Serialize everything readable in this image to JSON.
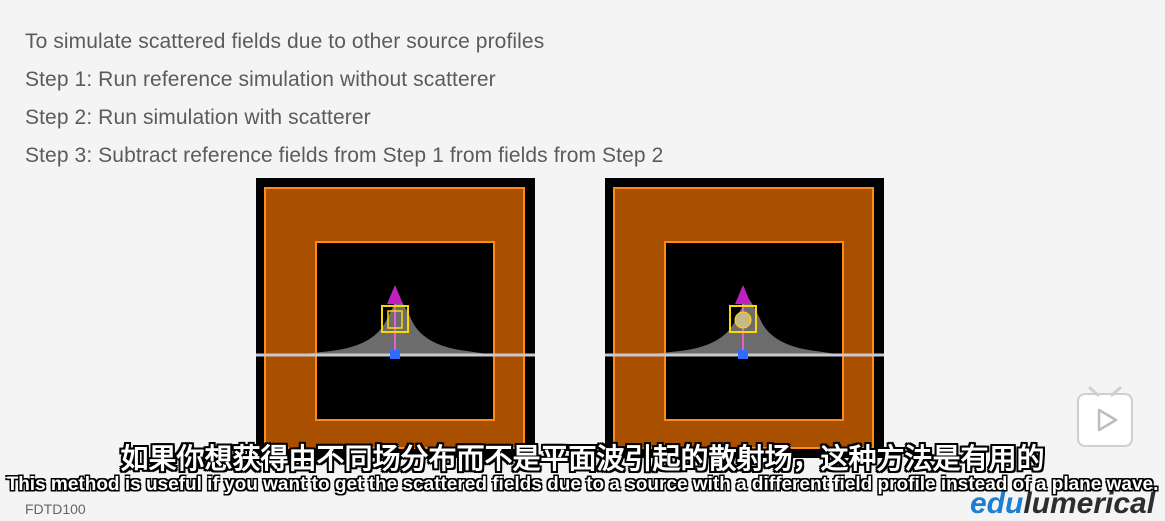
{
  "slide": {
    "lines": [
      "To simulate scattered fields due to other source profiles",
      "Step 1: Run reference simulation without scatterer",
      "Step 2: Run simulation with scatterer",
      "Step 3: Subtract reference fields from Step 1 from fields from Step 2"
    ]
  },
  "subtitles": {
    "chinese": "如果你想获得由不同场分布而不是平面波引起的散射场，这种方法是有用的",
    "english": "This method is useful if you want to get the scattered fields due to a source with a different field profile instead of a plane wave."
  },
  "branding": {
    "edu": "edu",
    "lumerical": "lumerical",
    "course_code": "FDTD100"
  },
  "icons": {
    "play": "play-icon",
    "source_arrow": "arrow-up-icon"
  },
  "colors": {
    "pml": "#a94f00",
    "boundary": "#ff8a18",
    "background": "#000000",
    "source_arrow": "#c020c0",
    "source_box": "#ffd700",
    "brand_blue": "#1a7fd4"
  },
  "panels": [
    {
      "name": "reference-simulation",
      "has_scatterer": false
    },
    {
      "name": "scatterer-simulation",
      "has_scatterer": true
    }
  ]
}
